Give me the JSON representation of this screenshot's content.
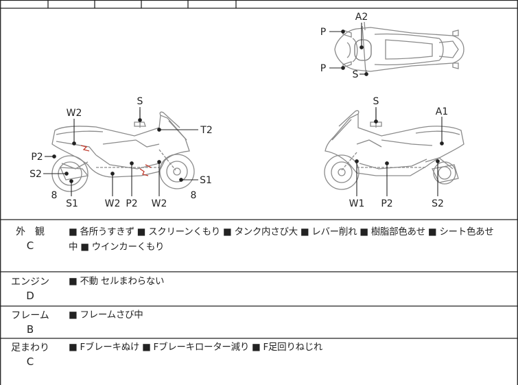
{
  "diagram": {
    "top": {
      "labels": [
        "P",
        "A2",
        "P",
        "S"
      ]
    },
    "left": {
      "labels": [
        "S",
        "W2",
        "T2",
        "P2",
        "S2",
        "8",
        "S1",
        "W2",
        "P2",
        "W2",
        "S1",
        "8"
      ]
    },
    "right": {
      "labels": [
        "S",
        "A1",
        "W1",
        "P2",
        "S2"
      ]
    }
  },
  "sections": [
    {
      "name": "外　観",
      "grade": "C",
      "lines": [
        "■ 各所うすきず ■ スクリーンくもり ■ タンク内さび大 ■ レバー削れ ■ 樹脂部色あせ ■ シート色あせ",
        "中 ■ ウインカーくもり"
      ]
    },
    {
      "name": "エンジン",
      "grade": "D",
      "lines": [
        "■ 不動 セルまわらない"
      ]
    },
    {
      "name": "フレーム",
      "grade": "B",
      "lines": [
        "■ フレームさび中"
      ]
    },
    {
      "name": "足まわり",
      "grade": "C",
      "lines": [
        "■ Fブレーキぬけ ■ Fブレーキローター減り ■ F足回りねじれ"
      ]
    }
  ]
}
